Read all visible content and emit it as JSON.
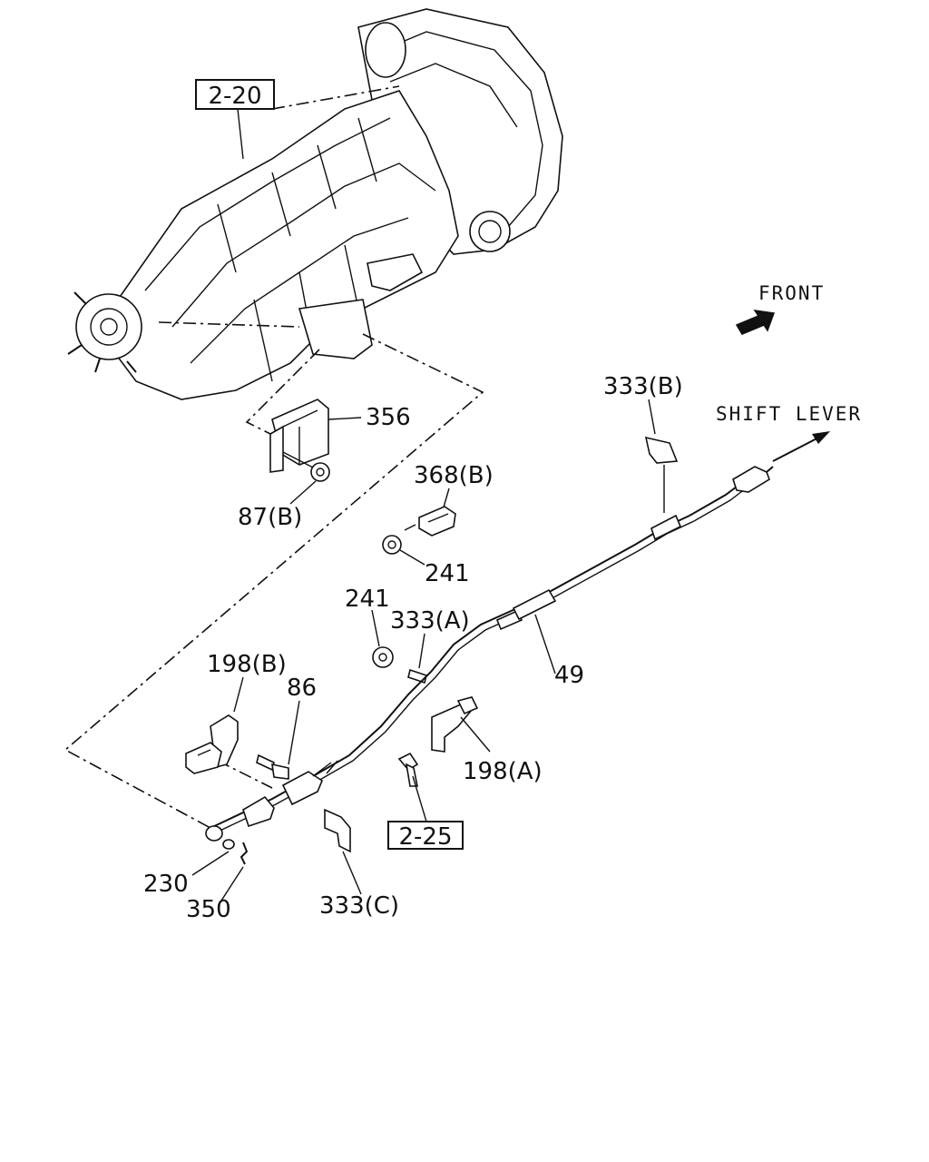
{
  "callouts": {
    "ref_2_20": "2-20",
    "ref_2_25": "2-25",
    "p356": "356",
    "p87b": "87(B)",
    "p368b": "368(B)",
    "p241_top": "241",
    "p241_mid": "241",
    "p333a": "333(A)",
    "p333b": "333(B)",
    "p333c": "333(C)",
    "p49": "49",
    "p198b": "198(B)",
    "p198a": "198(A)",
    "p86": "86",
    "p230": "230",
    "p350": "350"
  },
  "annotations": {
    "front": "FRONT",
    "shift_lever": "SHIFT LEVER"
  },
  "icons": {
    "front_arrow": "front-direction-arrow",
    "shift_arrow": "shift-lever-direction-arrow"
  }
}
